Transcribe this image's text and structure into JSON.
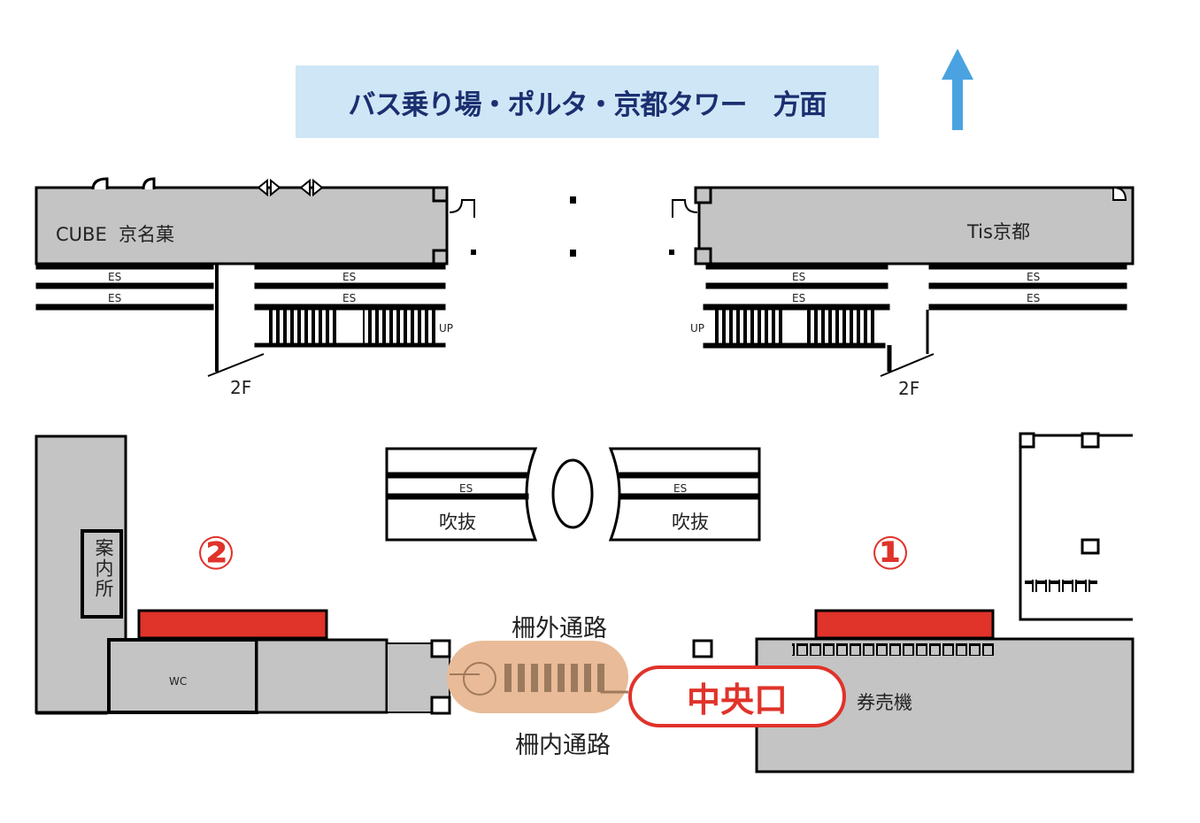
{
  "banner": {
    "text": "バス乗り場・ポルタ・京都タワー　方面",
    "direction_icon": "arrow-up-icon"
  },
  "north_left": {
    "shop_label": "CUBE  京名菓",
    "escalator_labels": [
      "ES",
      "ES",
      "ES",
      "ES"
    ],
    "stairs_label": "UP",
    "floor_label": "2F"
  },
  "north_right": {
    "shop_label": "Tis京都",
    "escalator_labels": [
      "ES",
      "ES",
      "ES",
      "ES"
    ],
    "stairs_label": "UP",
    "floor_label": "2F"
  },
  "atrium": {
    "left_escalator": "ES",
    "left_label": "吹抜",
    "right_escalator": "ES",
    "right_label": "吹抜"
  },
  "south_left": {
    "info_label": "案内所",
    "marker": "②",
    "wc_label": "WC"
  },
  "south_right": {
    "marker": "①",
    "ticket_label": "券売機"
  },
  "passage": {
    "outside_label": "柵外通路",
    "inside_label": "柵内通路"
  },
  "exit": {
    "label": "中央口"
  },
  "colors": {
    "banner_bg": "#cfe6f6",
    "banner_text": "#1b2f70",
    "arrow": "#4aa3e0",
    "highlight_red": "#e0332a",
    "gate_highlight": "#e9bb98",
    "room_gray": "#c4c4c4"
  }
}
